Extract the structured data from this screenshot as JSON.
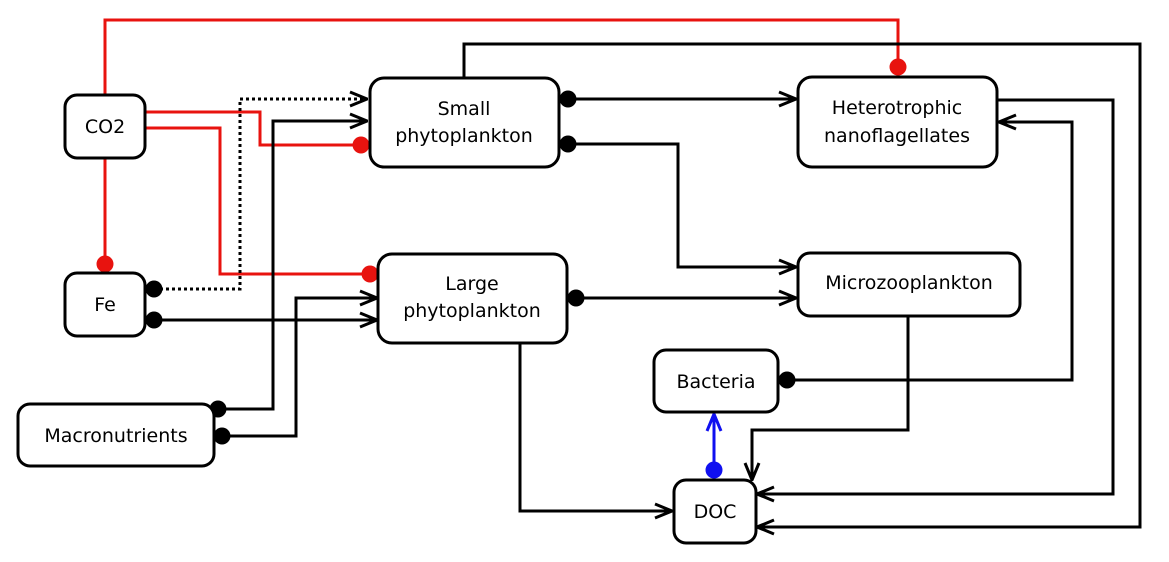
{
  "colors": {
    "stroke": "#000000",
    "red": "#e8130f",
    "blue": "#1010f0",
    "background": "#ffffff"
  },
  "nodes": {
    "co2": {
      "label": "CO2"
    },
    "fe": {
      "label": "Fe"
    },
    "macronutrients": {
      "label": "Macronutrients"
    },
    "small_phyto": {
      "label_line1": "Small",
      "label_line2": "phytoplankton"
    },
    "large_phyto": {
      "label_line1": "Large",
      "label_line2": "phytoplankton"
    },
    "hnf": {
      "label_line1": "Heterotrophic",
      "label_line2": "nanoflagellates"
    },
    "microzoo": {
      "label": "Microzooplankton"
    },
    "bacteria": {
      "label": "Bacteria"
    },
    "doc": {
      "label": "DOC"
    }
  },
  "edges": [
    {
      "from": "co2",
      "to": "hnf",
      "color": "red",
      "style": "solid",
      "head": "dot"
    },
    {
      "from": "co2",
      "to": "small_phyto",
      "color": "red",
      "style": "solid",
      "head": "dot"
    },
    {
      "from": "co2",
      "to": "large_phyto",
      "color": "red",
      "style": "solid",
      "head": "dot"
    },
    {
      "from": "co2",
      "to": "fe",
      "color": "red",
      "style": "solid",
      "head": "dot"
    },
    {
      "from": "fe",
      "to": "small_phyto",
      "color": "black",
      "style": "dotted",
      "head": "arrow",
      "tail": "dot"
    },
    {
      "from": "fe",
      "to": "large_phyto",
      "color": "black",
      "style": "solid",
      "head": "arrow",
      "tail": "dot"
    },
    {
      "from": "macronutrients",
      "to": "small_phyto",
      "color": "black",
      "style": "solid",
      "head": "arrow",
      "tail": "dot"
    },
    {
      "from": "macronutrients",
      "to": "large_phyto",
      "color": "black",
      "style": "solid",
      "head": "arrow",
      "tail": "dot"
    },
    {
      "from": "small_phyto",
      "to": "hnf",
      "color": "black",
      "style": "solid",
      "head": "arrow",
      "tail": "dot"
    },
    {
      "from": "small_phyto",
      "to": "microzoo",
      "color": "black",
      "style": "solid",
      "head": "arrow",
      "tail": "dot"
    },
    {
      "from": "small_phyto",
      "to": "doc",
      "color": "black",
      "style": "solid",
      "head": "arrow"
    },
    {
      "from": "large_phyto",
      "to": "microzoo",
      "color": "black",
      "style": "solid",
      "head": "arrow",
      "tail": "dot"
    },
    {
      "from": "large_phyto",
      "to": "doc",
      "color": "black",
      "style": "solid",
      "head": "arrow"
    },
    {
      "from": "hnf",
      "to": "doc",
      "color": "black",
      "style": "solid",
      "head": "arrow"
    },
    {
      "from": "microzoo",
      "to": "doc",
      "color": "black",
      "style": "solid",
      "head": "arrow"
    },
    {
      "from": "bacteria",
      "to": "hnf",
      "color": "black",
      "style": "solid",
      "head": "arrow",
      "tail": "dot"
    },
    {
      "from": "doc",
      "to": "bacteria",
      "color": "blue",
      "style": "solid",
      "head": "arrow",
      "tail": "dot"
    }
  ]
}
